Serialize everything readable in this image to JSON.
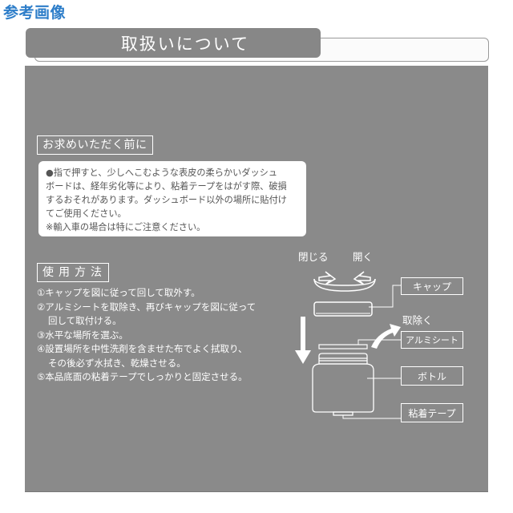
{
  "header": {
    "reference_label": "参考画像",
    "title": "取扱いについて"
  },
  "before_purchase": {
    "heading": "お求めいただく前に",
    "notice_lines": [
      "●指で押すと、少しへこむような表皮の柔らかいダッシュ",
      "ボードは、経年劣化等により、粘着テープをはがす際、破損",
      "するおそれがあります。ダッシュボード以外の場所に貼付け",
      "てご使用ください。",
      "※輸入車の場合は特にご注意ください。"
    ]
  },
  "usage": {
    "heading": "使用方法",
    "steps": [
      "①キャップを図に従って回して取外す。",
      "②アルミシートを取除き、再びキャップを図に従って",
      "回して取付ける。",
      "③水平な場所を選ぶ。",
      "④設置場所を中性洗剤を含ませた布でよく拭取り、",
      "その後必ず水拭き、乾燥させる。",
      "⑤本品底面の粘着テープでしっかりと固定させる。"
    ]
  },
  "diagram": {
    "close_label": "閉じる",
    "open_label": "開く",
    "remove_label": "取除く",
    "callouts": {
      "cap": "キャップ",
      "aluminum_sheet": "アルミシート",
      "bottle": "ボトル",
      "adhesive_tape": "粘着テープ"
    }
  },
  "colors": {
    "reference_label": "#2e7ec9",
    "panel_gray": "#8a8a8a",
    "title_tab_gray": "#878787",
    "notice_text": "#555555"
  }
}
